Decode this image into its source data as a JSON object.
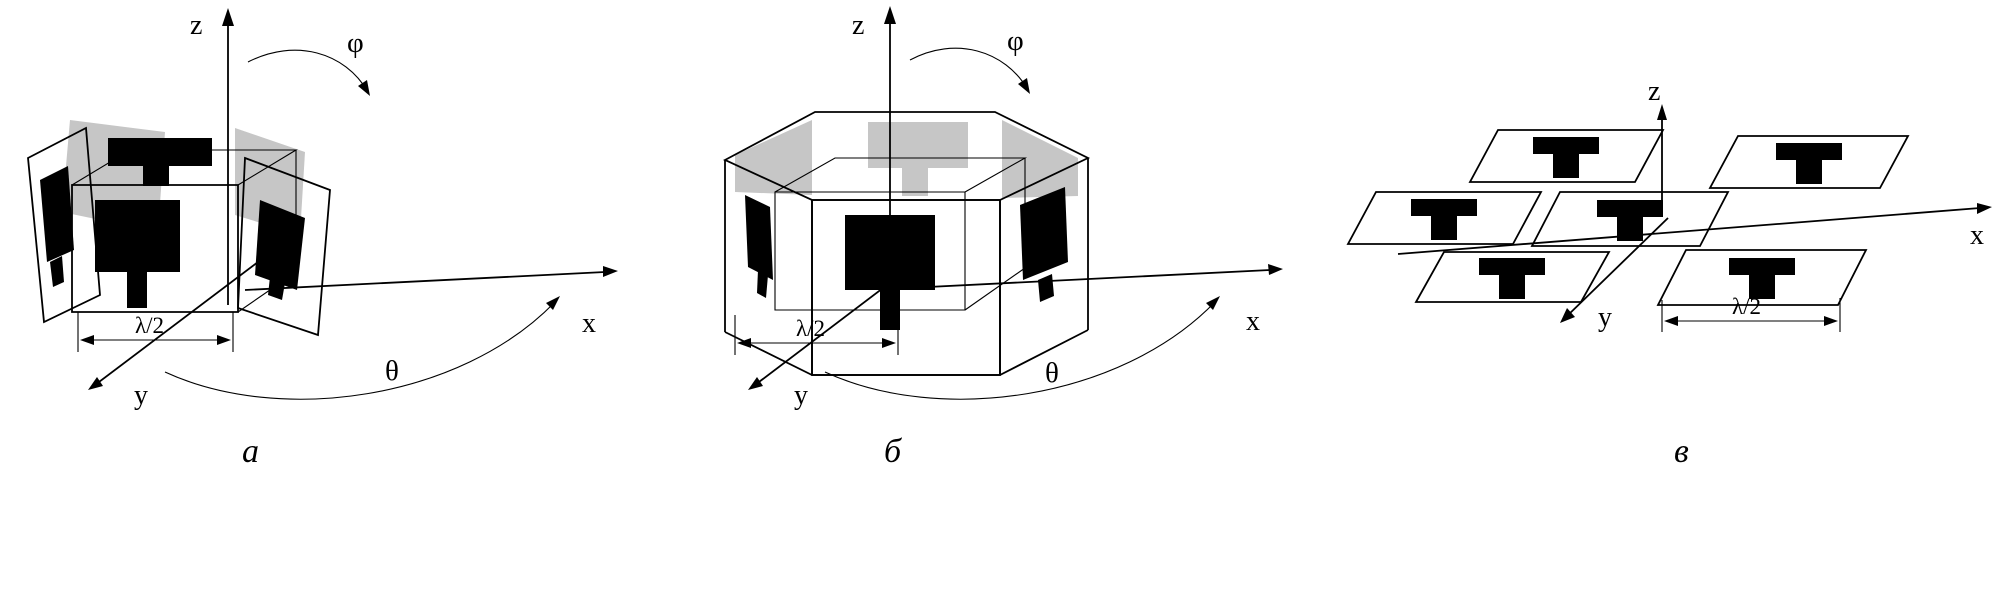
{
  "figure": {
    "caption_a": "а",
    "caption_b": "б",
    "caption_v": "в",
    "diagram_a": {
      "axis_z": "z",
      "axis_x": "x",
      "axis_y": "y",
      "angle_phi": "φ",
      "angle_theta": "θ",
      "dimension_half_wavelength": "λ/2"
    },
    "diagram_b": {
      "axis_z": "z",
      "axis_x": "x",
      "axis_y": "y",
      "angle_phi": "φ",
      "angle_theta": "θ",
      "dimension_half_wavelength": "λ/2"
    },
    "diagram_v": {
      "axis_z": "z",
      "axis_x": "x",
      "axis_y": "y",
      "dimension_half_wavelength": "λ/2"
    },
    "colors": {
      "patch_black": "#000000",
      "shaded_gray": "#c6c6c6",
      "line": "#000000",
      "background": "#ffffff"
    }
  }
}
